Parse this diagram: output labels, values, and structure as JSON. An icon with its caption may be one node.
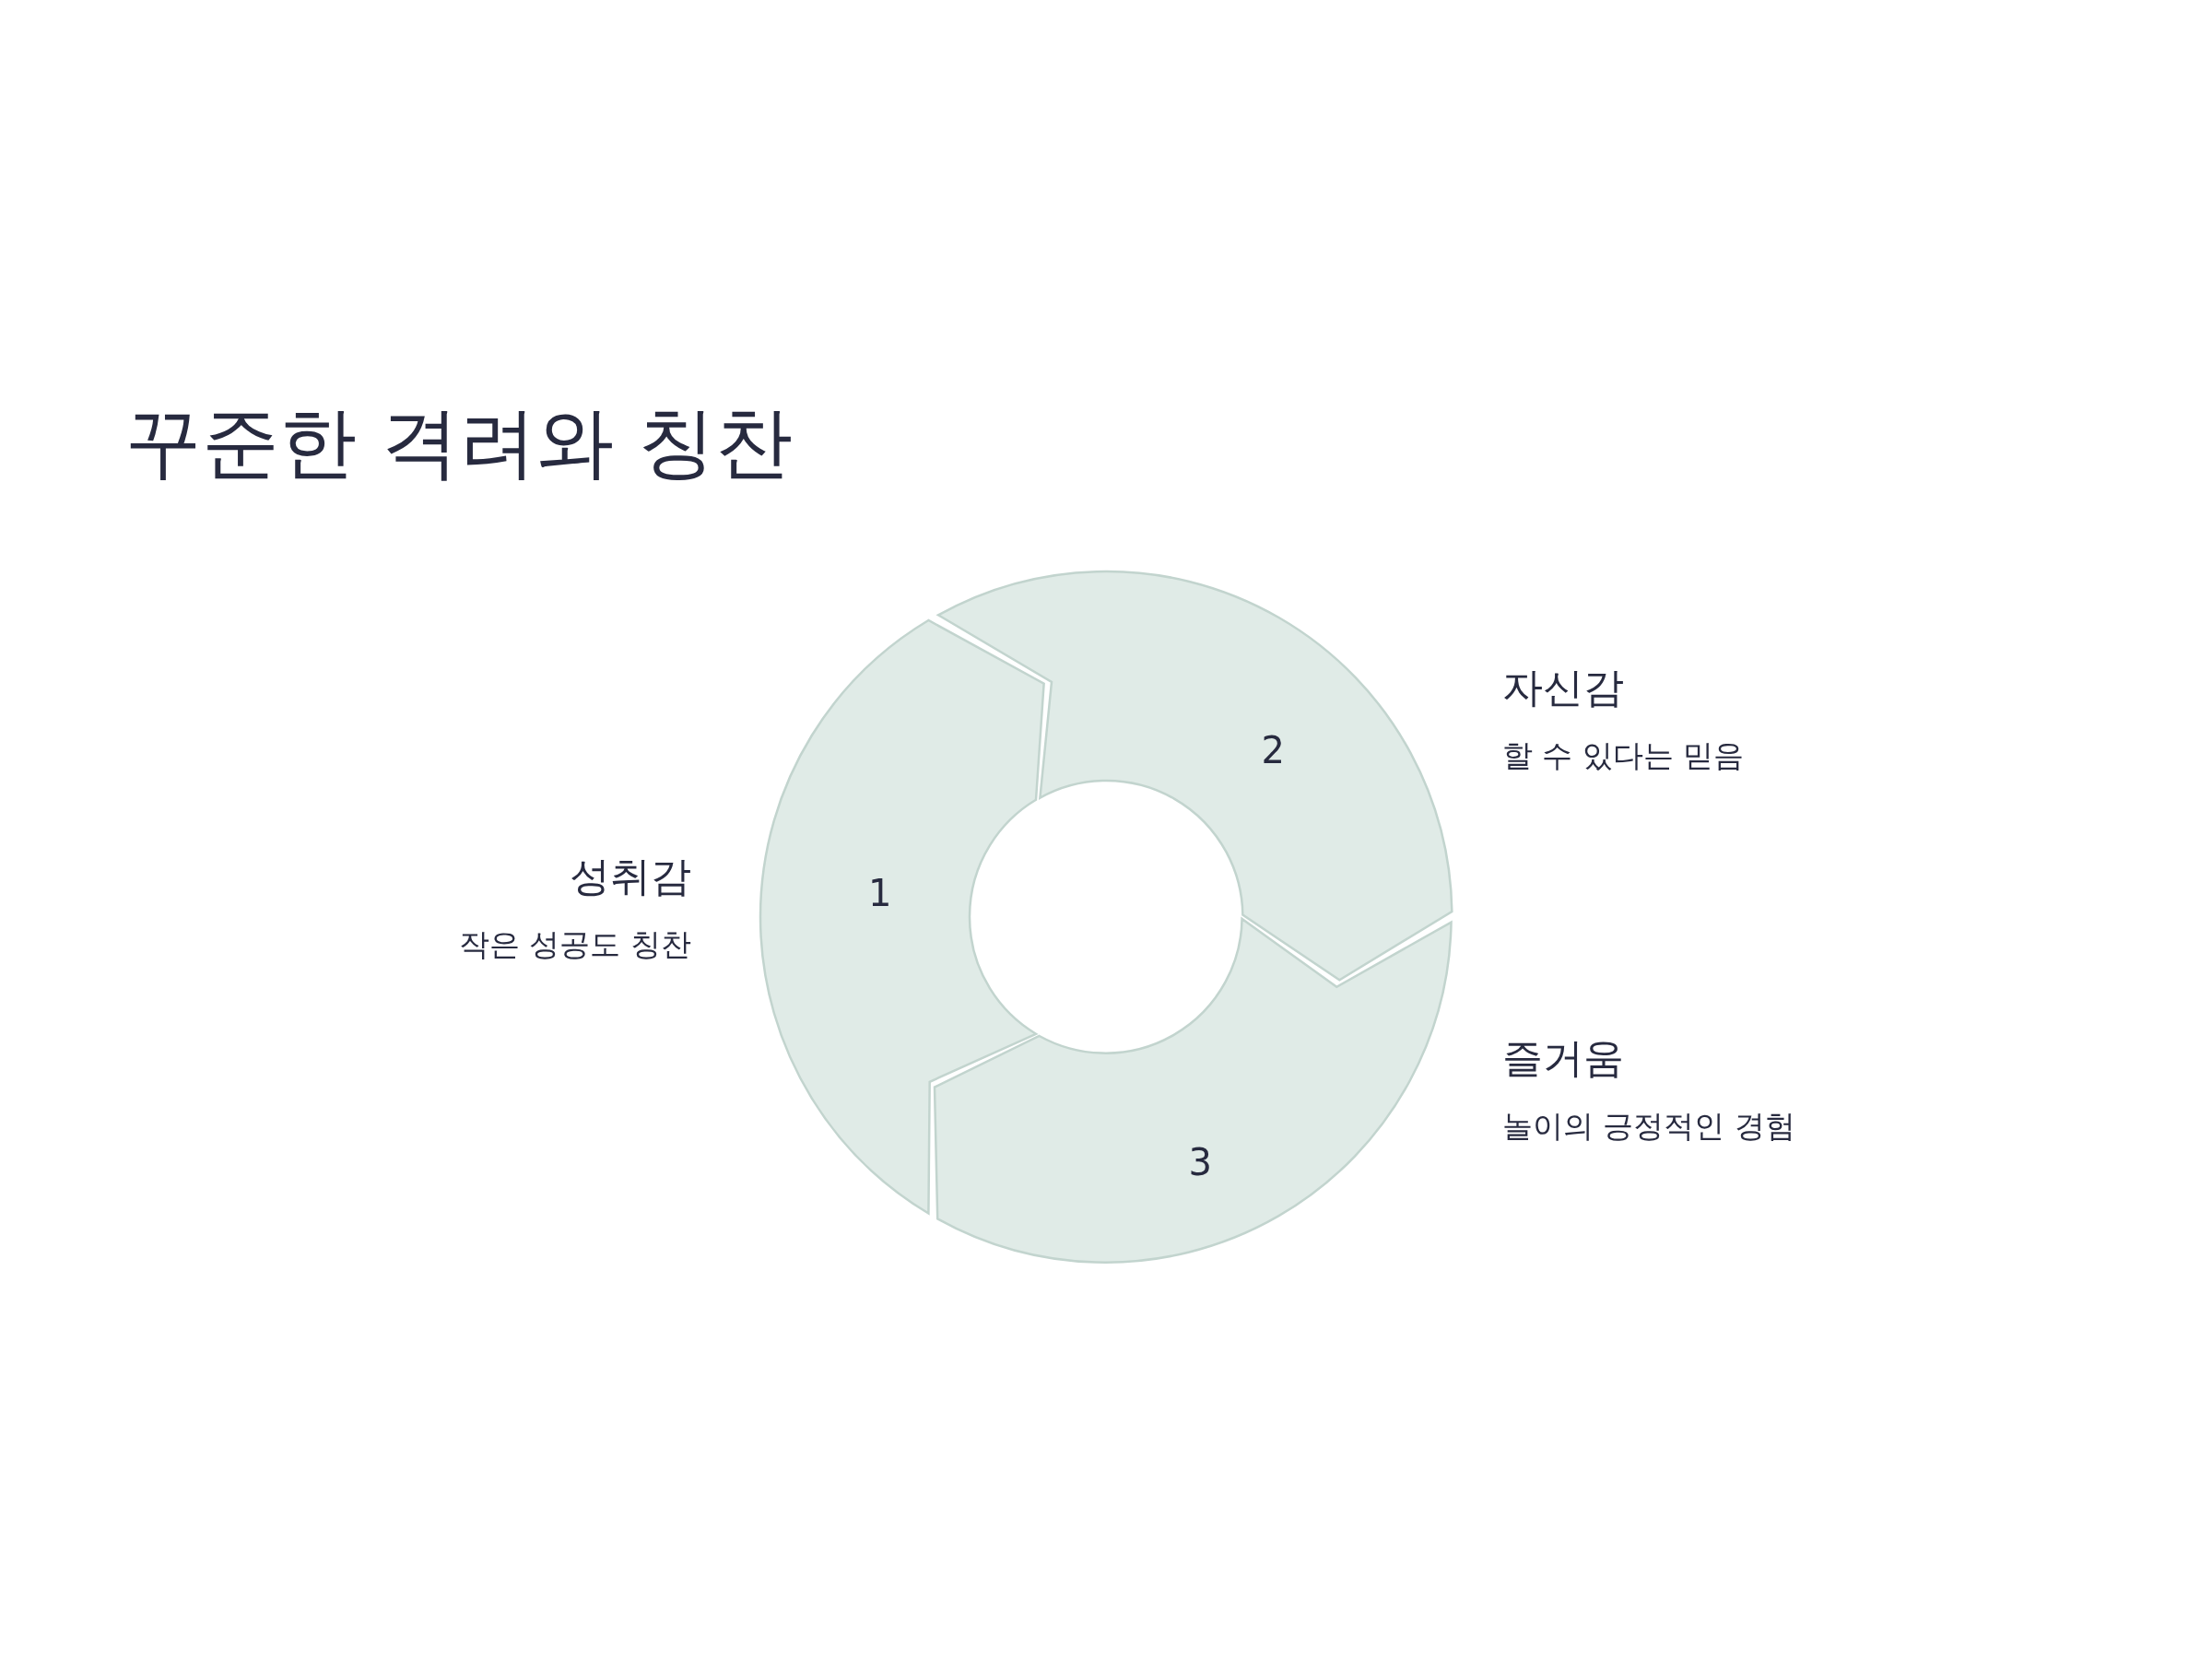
{
  "diagram": {
    "title": "꾸준한 격려와 칭찬",
    "nodes": [
      {
        "text": [
          "1"
        ],
        "beside": [
          "성취감",
          "작은 성공도 칭찬"
        ]
      },
      {
        "text": [
          "2"
        ],
        "beside": [
          "자신감",
          "할 수 있다는 믿음"
        ]
      },
      {
        "text": [
          "3"
        ],
        "beside": [
          "즐거움",
          "놀이의 긍정적인 경험"
        ]
      }
    ]
  }
}
